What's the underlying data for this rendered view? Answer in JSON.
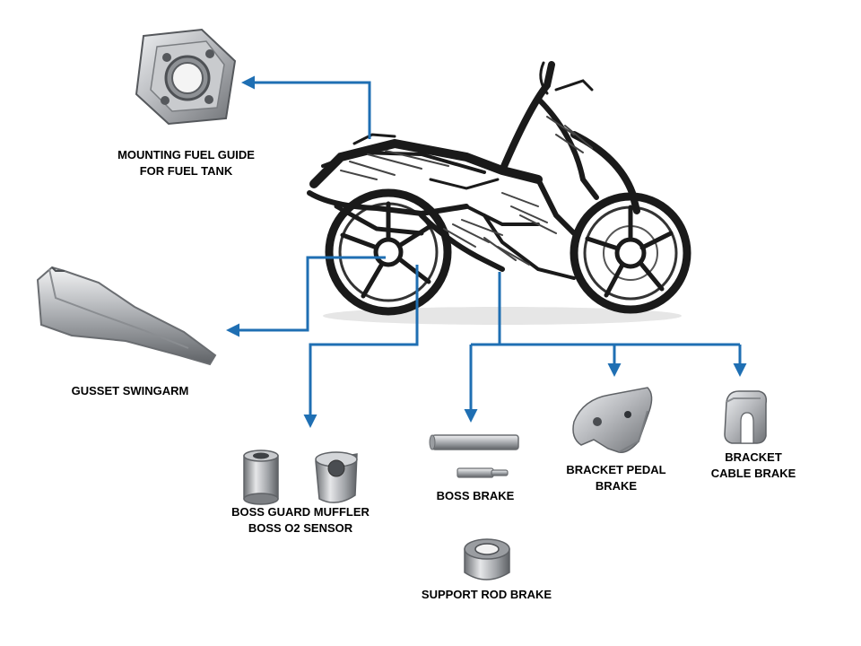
{
  "colors": {
    "connector": "#1f6fb3",
    "label_text": "#000000",
    "background": "#ffffff",
    "metal_light": "#d9dadc",
    "metal_dark": "#6e7074",
    "sketch_ink": "#1a1a1a"
  },
  "center_illustration": "motorcycle-sketch",
  "parts": [
    {
      "id": "mounting-fuel-guide",
      "label_lines": [
        "MOUNTING FUEL GUIDE",
        "FOR FUEL TANK"
      ]
    },
    {
      "id": "gusset-swingarm",
      "label_lines": [
        "GUSSET SWINGARM"
      ]
    },
    {
      "id": "boss-guard-muffler",
      "label_lines": [
        "BOSS GUARD MUFFLER",
        "BOSS O2 SENSOR"
      ]
    },
    {
      "id": "boss-brake",
      "label_lines": [
        "BOSS BRAKE"
      ]
    },
    {
      "id": "bracket-pedal-brake",
      "label_lines": [
        "BRACKET PEDAL",
        "BRAKE"
      ]
    },
    {
      "id": "bracket-cable-brake",
      "label_lines": [
        "BRACKET",
        "CABLE BRAKE"
      ]
    },
    {
      "id": "support-rod-brake",
      "label_lines": [
        "SUPPORT ROD BRAKE"
      ]
    }
  ]
}
